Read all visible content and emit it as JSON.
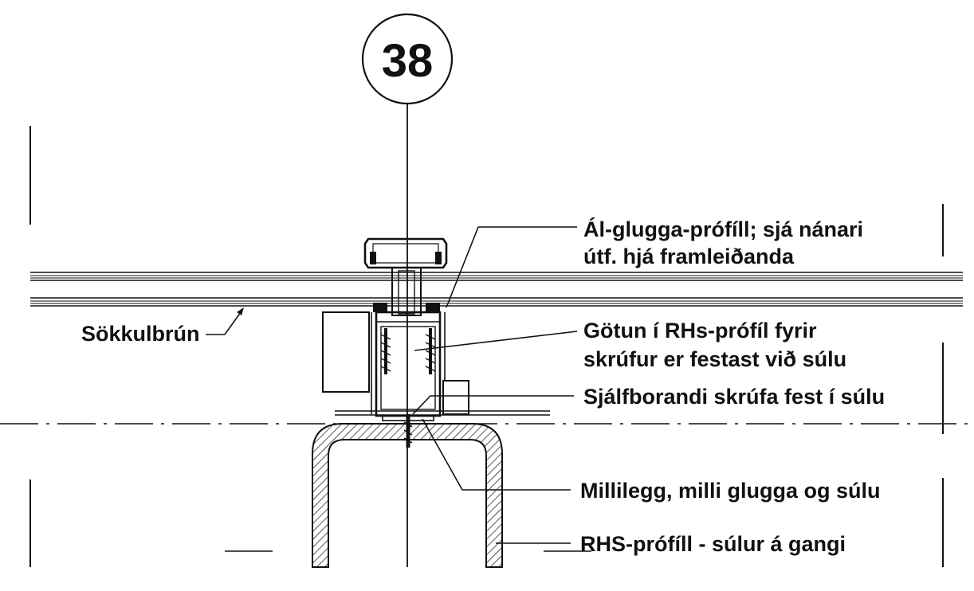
{
  "detail": {
    "number": "38"
  },
  "labels": {
    "frame_line1": "Ál-glugga-prófíll; sjá nánari",
    "frame_line2": "útf. hjá framleiðanda",
    "plinth": "Sökkulbrún",
    "drill_line1": "Götun í RHs-prófíl fyrir",
    "drill_line2": "skrúfur er festast við súlu",
    "screw": "Sjálfborandi skrúfa fest í súlu",
    "shim": "Millilegg, milli glugga og súlu",
    "column": "RHS-prófíll - súlur á gangi"
  }
}
